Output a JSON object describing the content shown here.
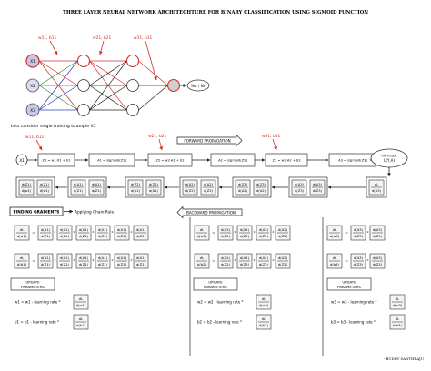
{
  "title": "THREE LAYER NEURAL NETWORK ARCHITECHTURE FOR BINARY CLASSIFICATION USING SIGMOID FUNCTION",
  "network": {
    "weight_labels": [
      "w11, b11",
      "w21, b21",
      "w31, b31"
    ],
    "inputs": [
      "X1",
      "X2",
      "X3"
    ],
    "output_label": "Yes / No"
  },
  "note": "Lets consider single training example X1",
  "forward": {
    "title": "FORWARD PROPAGATION",
    "weight_labels": [
      "w11, b11",
      "w21, b21",
      "w31, b31"
    ],
    "input": "X1",
    "boxes": [
      "Z1 = w1·X1 + b1",
      "A1 = sigmoid(Z1)",
      "Z2 = w2·A1 + b2",
      "A2 = sigmoid(Z2)",
      "Z3 = w3·A2 + b3",
      "A3 = sigmoid(Z3)"
    ],
    "loss": [
      "min-cost",
      "L(Y,A)"
    ]
  },
  "backward": {
    "title": "BACKWARD PROPAGATION",
    "pairs": [
      [
        "d(Z1)",
        "d(w1)"
      ],
      [
        "d(A1)",
        "d(Z1)"
      ],
      [
        "d(Z2)",
        "d(A1)"
      ],
      [
        "d(A2)",
        "d(Z2)"
      ],
      [
        "d(Z3)",
        "d(A2)"
      ],
      [
        "d(A3)",
        "d(Z3)"
      ],
      [
        "dL",
        "d(A3)"
      ]
    ]
  },
  "gradients": {
    "title": "FINDING GRADIENTS",
    "rule": "Applying Chain Rule",
    "equations": [
      [
        "d(w1)",
        "d(A1)",
        "d(Z1)"
      ],
      [
        "d(b1)",
        "d(A1)",
        "d(Z1)"
      ],
      [
        "d(w2)",
        "d(A2)",
        "d(Z2)"
      ],
      [
        "d(b2)",
        "d(A2)",
        "d(Z2)"
      ],
      [
        "d(w3)",
        "d(A3)",
        "d(Z3)"
      ],
      [
        "d(b3)",
        "d(A3)",
        "d(Z3)"
      ]
    ],
    "dL": "dL"
  },
  "update": {
    "title": [
      "UPDATE",
      "PARAMETERS"
    ],
    "rules": [
      [
        "w1 = w1 - learning rate *",
        "b1 = b1 - learning rate *"
      ],
      [
        "w2 = w2 - learning rate *",
        "b2 = b2 - learning rate *"
      ],
      [
        "w3 = w3 - learning rate *",
        "b3 = b3 - learning rate *"
      ]
    ],
    "params": [
      [
        "d(w1)",
        "d(b1)"
      ],
      [
        "d(w2)",
        "d(b2)"
      ],
      [
        "d(w3)",
        "d(b3)"
      ]
    ]
  },
  "signature": "- BUDDY SANTHRAJU",
  "colors": {
    "weight_red": "#d0302b",
    "input_fill": "#c6c6e8",
    "x2_fill": "#dcdcf2",
    "output_fill": "#cfcfcf",
    "box_stroke": "#333333"
  }
}
